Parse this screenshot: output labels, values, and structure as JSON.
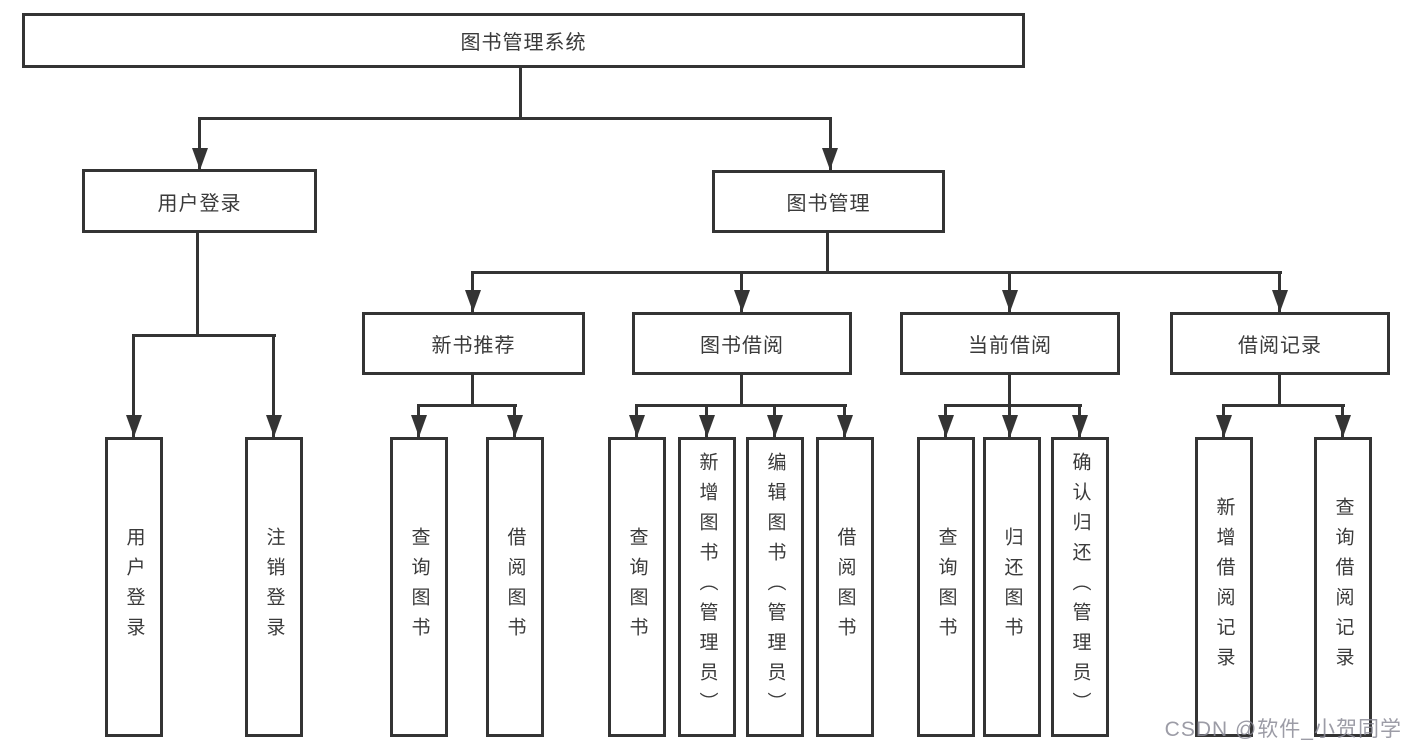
{
  "diagram": {
    "nodes": {
      "root": {
        "label": "图书管理系统"
      },
      "user_login": {
        "label": "用户登录"
      },
      "book_management": {
        "label": "图书管理"
      },
      "new_book_recommend": {
        "label": "新书推荐"
      },
      "book_borrow": {
        "label": "图书借阅"
      },
      "current_borrow": {
        "label": "当前借阅"
      },
      "borrow_records": {
        "label": "借阅记录"
      },
      "leaf_user_login": {
        "label": "用户登录"
      },
      "leaf_logout": {
        "label": "注销登录"
      },
      "leaf_rec_query": {
        "label": "查询图书"
      },
      "leaf_rec_borrow": {
        "label": "借阅图书"
      },
      "leaf_bb_query": {
        "label": "查询图书"
      },
      "leaf_bb_add": {
        "label": "新增图书（管理员）"
      },
      "leaf_bb_edit": {
        "label": "编辑图书（管理员）"
      },
      "leaf_bb_borrow": {
        "label": "借阅图书"
      },
      "leaf_cb_query": {
        "label": "查询图书"
      },
      "leaf_cb_return": {
        "label": "归还图书"
      },
      "leaf_cb_confirm": {
        "label": "确认归还（管理员）"
      },
      "leaf_br_add": {
        "label": "新增借阅记录"
      },
      "leaf_br_query": {
        "label": "查询借阅记录"
      }
    },
    "tree": {
      "root": [
        "user_login",
        "book_management"
      ],
      "user_login": [
        "leaf_user_login",
        "leaf_logout"
      ],
      "book_management": [
        "new_book_recommend",
        "book_borrow",
        "current_borrow",
        "borrow_records"
      ],
      "new_book_recommend": [
        "leaf_rec_query",
        "leaf_rec_borrow"
      ],
      "book_borrow": [
        "leaf_bb_query",
        "leaf_bb_add",
        "leaf_bb_edit",
        "leaf_bb_borrow"
      ],
      "current_borrow": [
        "leaf_cb_query",
        "leaf_cb_return",
        "leaf_cb_confirm"
      ],
      "borrow_records": [
        "leaf_br_add",
        "leaf_br_query"
      ]
    },
    "watermark": "CSDN @软件_小贺同学",
    "colors": {
      "line": "#343434",
      "text": "#3a3a3a",
      "watermark": "#8b8b97",
      "background": "#ffffff"
    }
  }
}
